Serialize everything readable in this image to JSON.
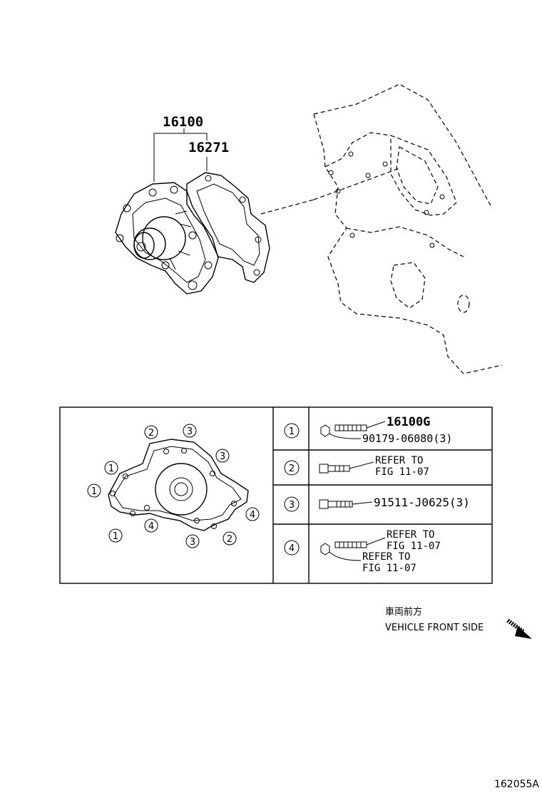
{
  "top": {
    "callout_assembly": "16100",
    "callout_gasket": "16271"
  },
  "legend": {
    "rows": [
      {
        "index": "1",
        "lines": [
          "16100G",
          "90179-06080(3)"
        ]
      },
      {
        "index": "2",
        "lines": [
          "REFER TO",
          "FIG 11-07"
        ]
      },
      {
        "index": "3",
        "lines": [
          "91511-J0625(3)"
        ]
      },
      {
        "index": "4",
        "lines": [
          "REFER TO",
          "FIG 11-07",
          "REFER TO",
          "FIG 11-07"
        ]
      }
    ],
    "pump_markers": [
      "2",
      "3",
      "3",
      "1",
      "1",
      "4",
      "1",
      "4",
      "3",
      "2"
    ]
  },
  "direction": {
    "jp": "車両前方",
    "en": "VEHICLE FRONT SIDE"
  },
  "figure_id": "162055A"
}
